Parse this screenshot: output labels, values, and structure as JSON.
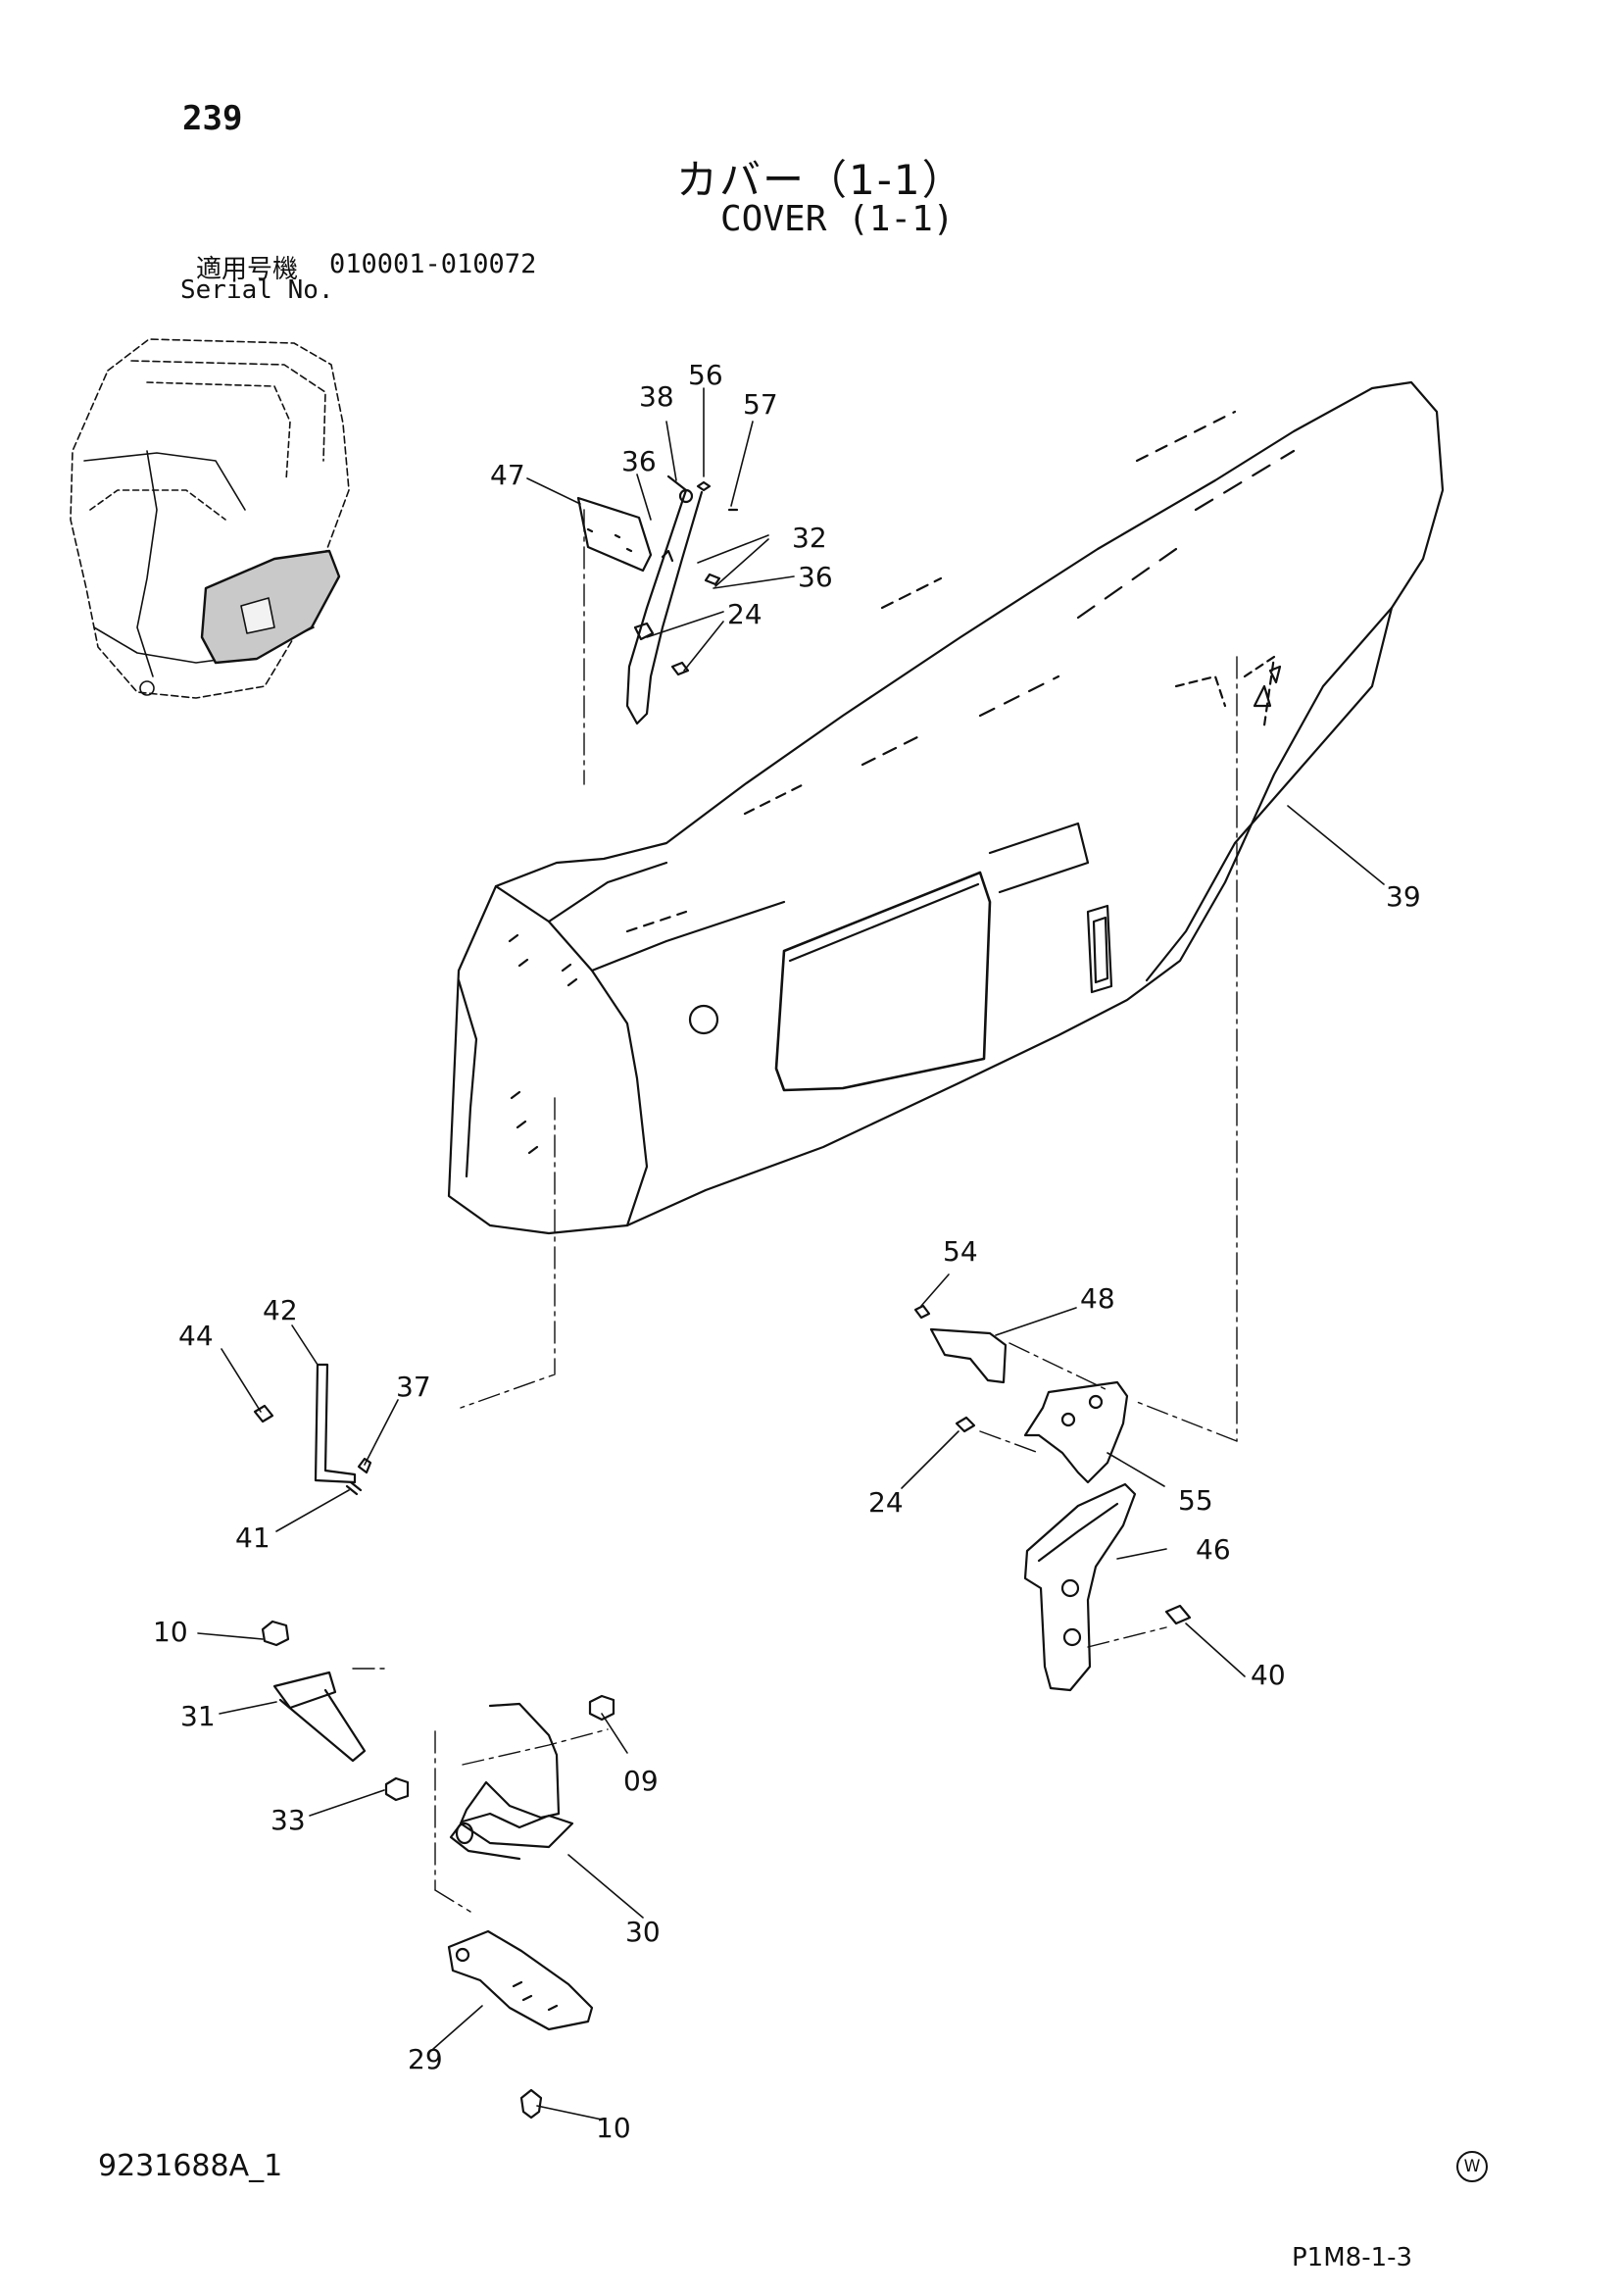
{
  "header": {
    "page_number": "239",
    "title_ja": "カバー（1-1）",
    "title_en": "COVER (1-1)",
    "serial_label_ja": "適用号機",
    "serial_range": "010001-010072",
    "serial_label_en": "Serial No."
  },
  "footer": {
    "doc_number": "9231688A_1",
    "mark": "W",
    "page_code": "P1M8-1-3"
  },
  "callouts": [
    "56",
    "38",
    "57",
    "47",
    "36",
    "32",
    "36",
    "24",
    "39",
    "54",
    "48",
    "44",
    "42",
    "37",
    "24",
    "55",
    "41",
    "46",
    "10",
    "40",
    "31",
    "09",
    "33",
    "30",
    "29",
    "10"
  ]
}
